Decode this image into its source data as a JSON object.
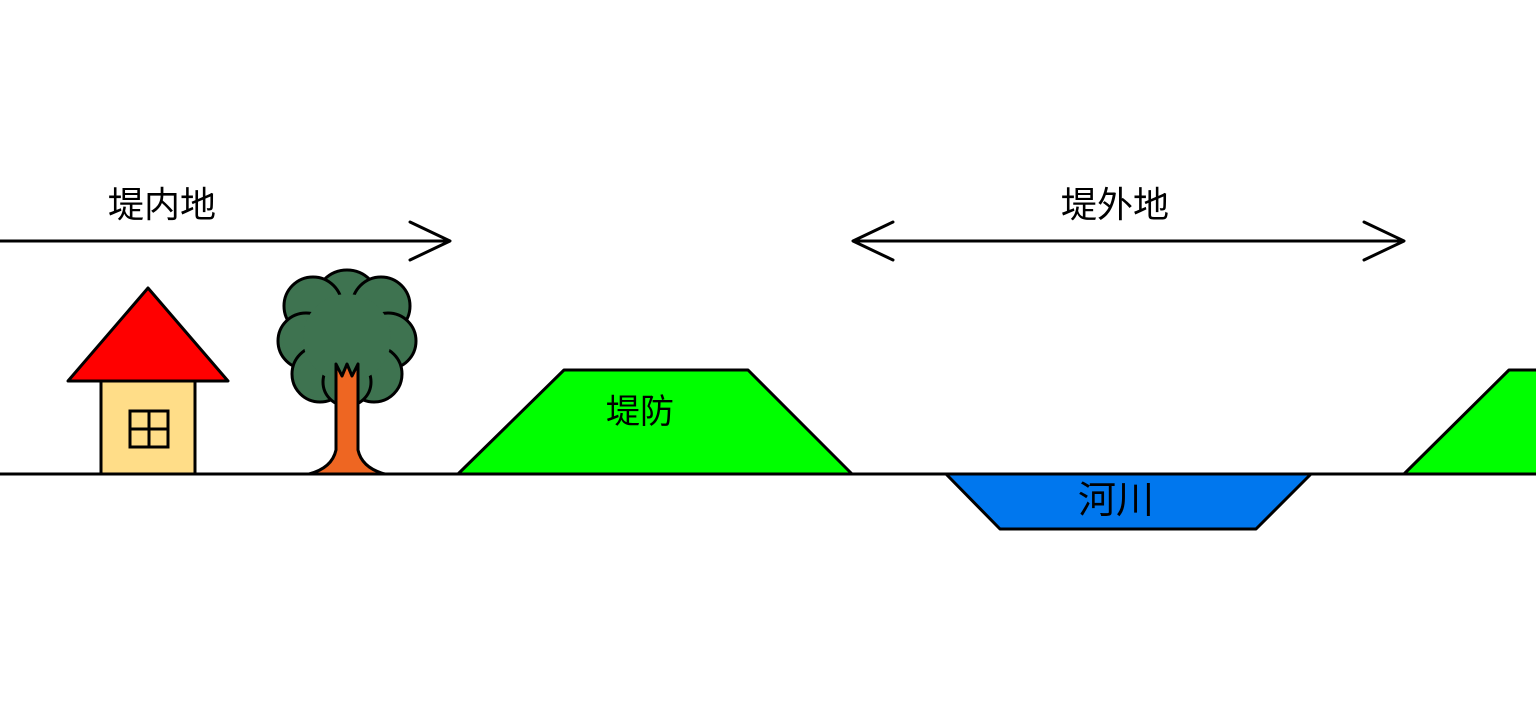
{
  "labels": {
    "inland_area": "堤内地",
    "river_side_area": "堤外地",
    "levee": "堤防",
    "river": "河川"
  },
  "colors": {
    "levee_fill": "#00ff00",
    "river_fill": "#0077ee",
    "roof_fill": "#ff0000",
    "house_wall_fill": "#ffdd88",
    "tree_canopy_fill": "#3e7350",
    "tree_trunk_fill": "#ee6622",
    "stroke": "#000000"
  }
}
